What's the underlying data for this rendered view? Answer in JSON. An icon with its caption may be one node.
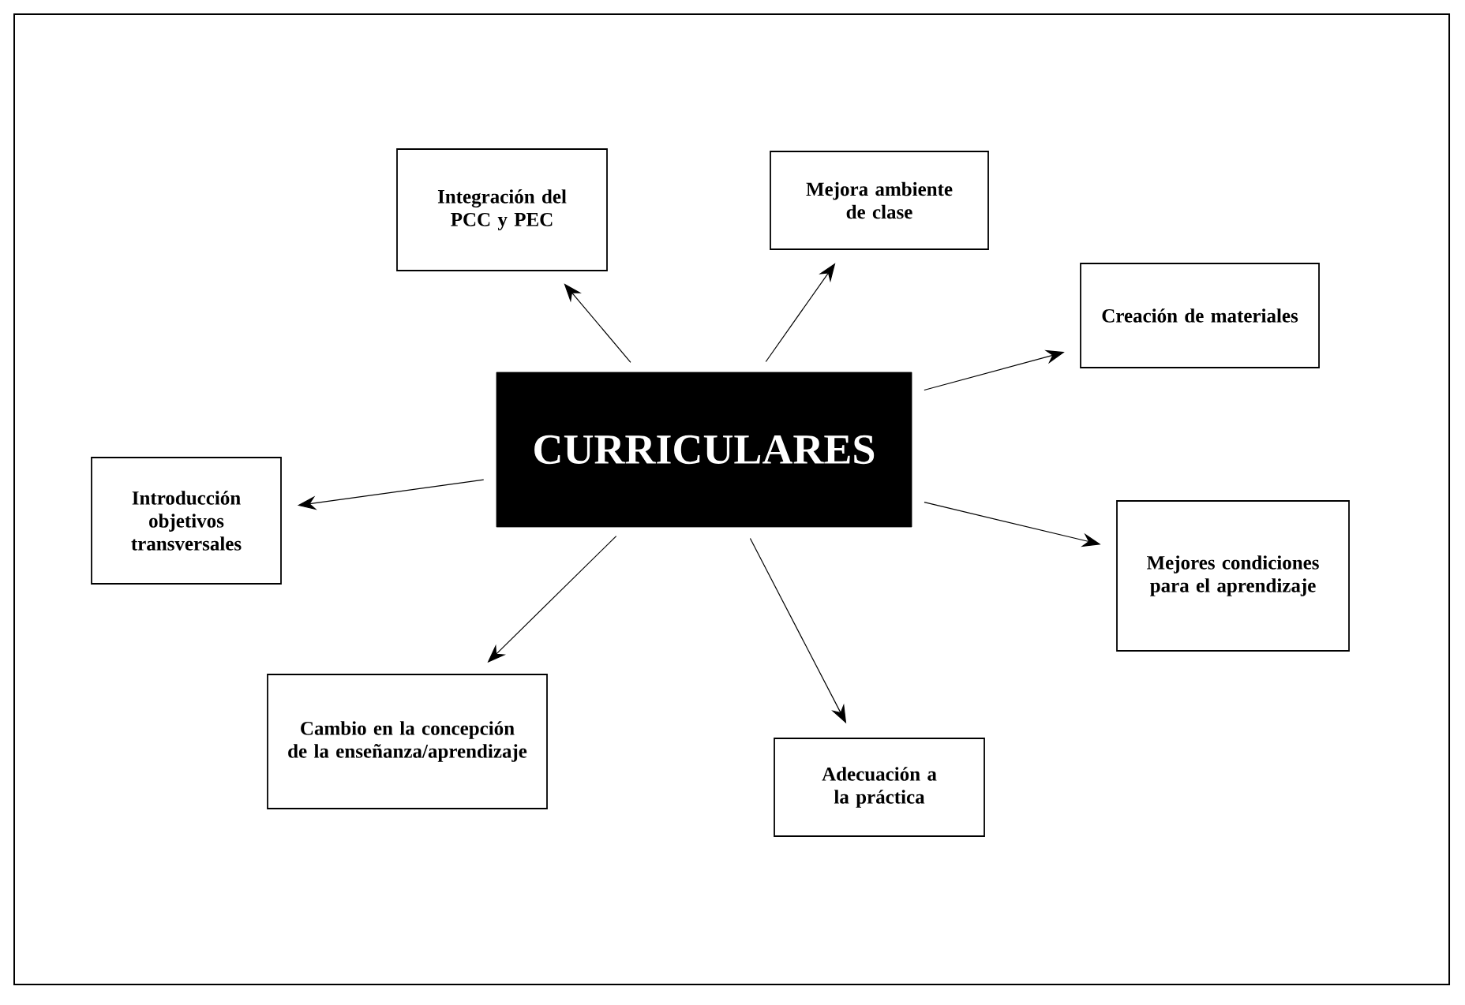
{
  "diagram": {
    "nodes": [
      {
        "text": [
          "CURRICULARES"
        ]
      },
      {
        "text": [
          "Integración del PCC y PEC"
        ]
      },
      {
        "text": [
          "Mejora ambiente de clase"
        ]
      },
      {
        "text": [
          "Creación de materiales"
        ]
      },
      {
        "text": [
          "Introducción objetivos transversales"
        ]
      },
      {
        "text": [
          "Mejores condiciones para el aprendizaje"
        ]
      },
      {
        "text": [
          "Cambio en la concepción de la enseñanza/aprendizaje"
        ]
      },
      {
        "text": [
          "Adecuación a la práctica"
        ]
      }
    ],
    "edges": [
      {
        "from": 0,
        "to": 1,
        "arrow": "to"
      },
      {
        "from": 0,
        "to": 2,
        "arrow": "to"
      },
      {
        "from": 0,
        "to": 3,
        "arrow": "to"
      },
      {
        "from": 0,
        "to": 4,
        "arrow": "to"
      },
      {
        "from": 0,
        "to": 5,
        "arrow": "to"
      },
      {
        "from": 0,
        "to": 6,
        "arrow": "to"
      },
      {
        "from": 0,
        "to": 7,
        "arrow": "to"
      }
    ]
  }
}
